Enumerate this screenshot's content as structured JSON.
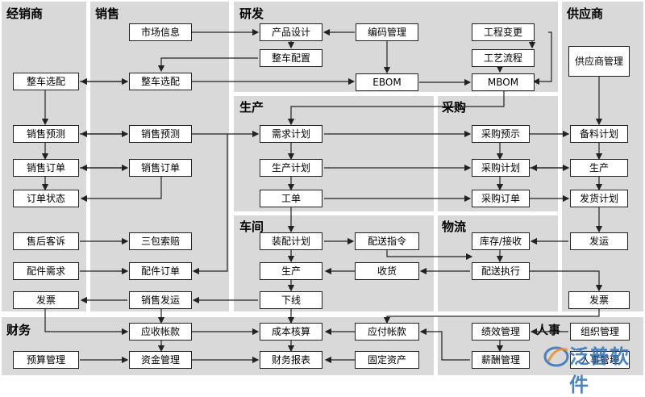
{
  "sections": {
    "dealer": "经销商",
    "sales": "销售",
    "rnd": "研发",
    "supplier": "供应商",
    "production": "生产",
    "purchase": "采购",
    "workshop": "车间",
    "logistics": "物流",
    "finance": "财务",
    "hr": "人事"
  },
  "boxes": {
    "market_info": "市场信息",
    "product_design": "产品设计",
    "coding_mgmt": "编码管理",
    "eng_change": "工程变更",
    "vehicle_config": "整车配置",
    "process_flow": "工艺流程",
    "ebom": "EBOM",
    "mbom": "MBOM",
    "supplier_mgmt": "供应商管理",
    "dealer_vehicle_select": "整车选配",
    "sales_vehicle_select": "整车选配",
    "dealer_forecast": "销售预测",
    "sales_forecast": "销售预测",
    "demand_plan": "需求计划",
    "purchase_forecast": "采购预示",
    "stock_plan": "备料计划",
    "dealer_order": "销售订单",
    "sales_order": "销售订单",
    "prod_plan": "生产计划",
    "purchase_plan": "采购计划",
    "supplier_prod": "生产",
    "order_status": "订单状态",
    "work_order": "工单",
    "purchase_order": "采购订单",
    "ship_plan": "发货计划",
    "after_sales": "售后客诉",
    "three_guarantee": "三包索赔",
    "assembly_plan": "装配计划",
    "delivery_cmd": "配送指令",
    "stock_receive": "库存/接收",
    "shipping": "发运",
    "parts_demand": "配件需求",
    "parts_order": "配件订单",
    "ws_prod": "生产",
    "receive": "收货",
    "delivery_exec": "配送执行",
    "dealer_invoice": "发票",
    "sales_ship": "销售发运",
    "offline": "下线",
    "supplier_invoice": "发票",
    "receivable": "应收帐款",
    "cost_calc": "成本核算",
    "payable": "应付帐款",
    "perf_mgmt": "绩效管理",
    "org_mgmt": "组织管理",
    "budget_mgmt": "预算管理",
    "fund_mgmt": "资金管理",
    "fin_report": "财务报表",
    "fixed_assets": "固定资产",
    "salary_mgmt": "薪酬管理",
    "personnel_mgmt": "人事管理"
  },
  "logo": {
    "text": "泛普软件",
    "color": "#2f70b8"
  }
}
